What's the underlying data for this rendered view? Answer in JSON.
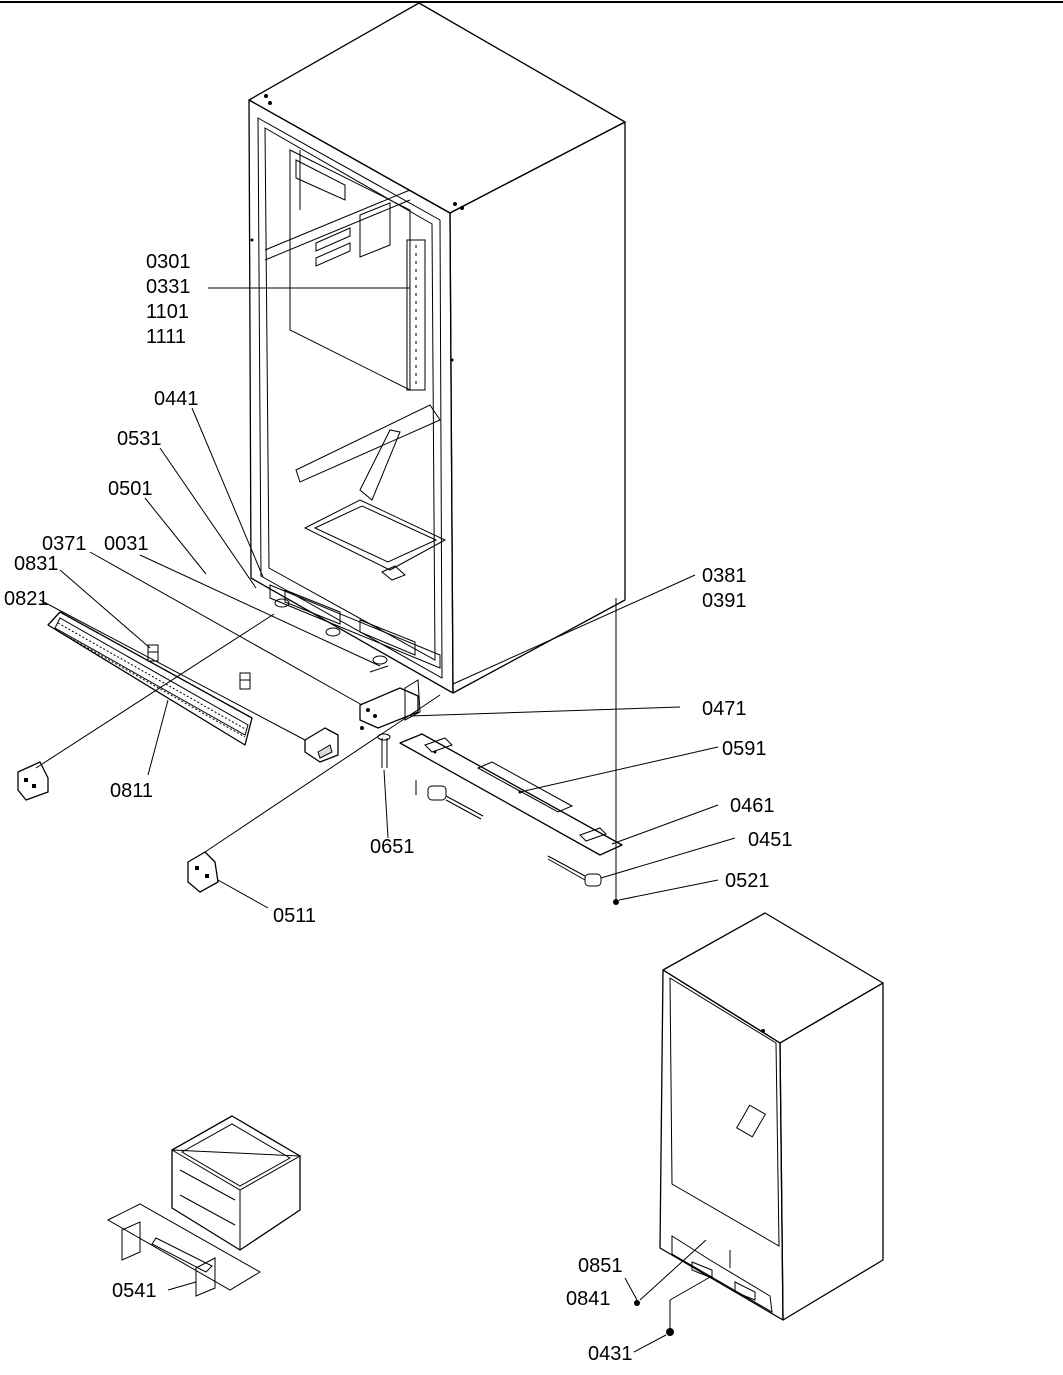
{
  "callouts": {
    "c0301": "0301",
    "c0331": "0331",
    "c1101": "1101",
    "c1111": "1111",
    "c0441": "0441",
    "c0531": "0531",
    "c0501": "0501",
    "c0371": "0371",
    "c0031": "0031",
    "c0831": "0831",
    "c0821": "0821",
    "c0811": "0811",
    "c0381": "0381",
    "c0391": "0391",
    "c0471": "0471",
    "c0591": "0591",
    "c0461": "0461",
    "c0451": "0451",
    "c0521": "0521",
    "c0651": "0651",
    "c0511": "0511",
    "c0541": "0541",
    "c0851": "0851",
    "c0841": "0841",
    "c0431": "0431"
  },
  "colors": {
    "line": "#000000",
    "background": "#ffffff"
  }
}
